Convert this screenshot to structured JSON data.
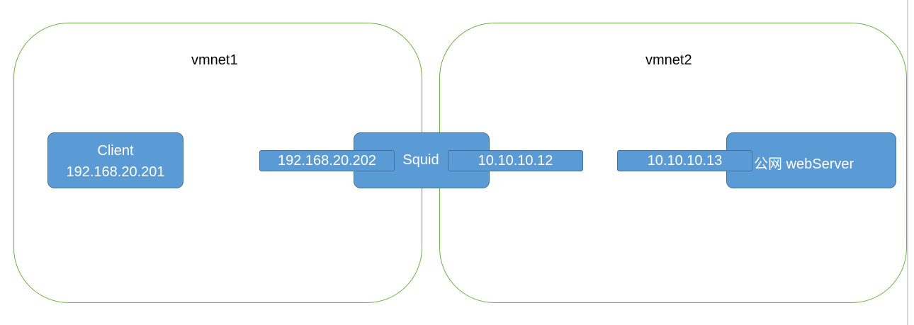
{
  "zones": {
    "left": {
      "label": "vmnet1"
    },
    "right": {
      "label": "vmnet2"
    }
  },
  "nodes": {
    "client": {
      "name": "Client",
      "ip": "192.168.20.201"
    },
    "squid": {
      "name": "Squid"
    },
    "webserver": {
      "name": "公网 webServer"
    }
  },
  "interfaces": {
    "squid_left": "192.168.20.202",
    "squid_right": "10.10.10.12",
    "webserver_ip": "10.10.10.13"
  },
  "colors": {
    "zone_border": "#70ad47",
    "node_fill": "#5b9bd5",
    "node_border": "#41719c",
    "text_on_node": "#ffffff"
  }
}
